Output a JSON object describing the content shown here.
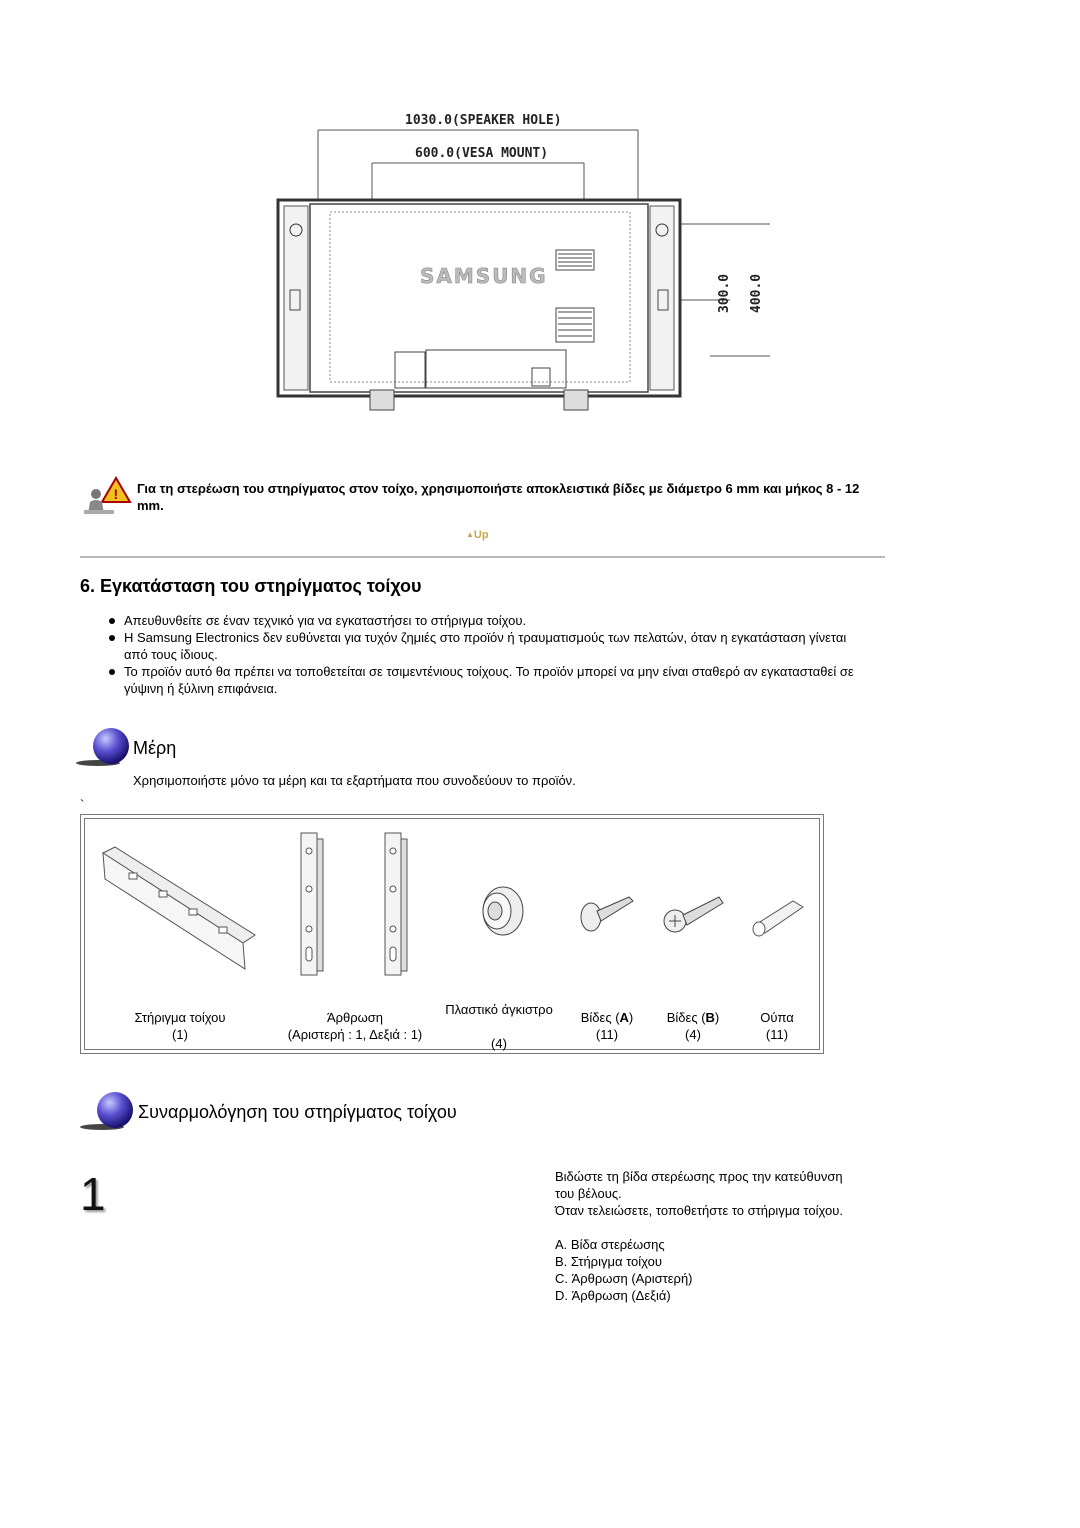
{
  "diagram": {
    "speaker_hole_label": "1030.0(SPEAKER HOLE)",
    "vesa_label": "600.0(VESA MOUNT)",
    "height_small": "300.0",
    "height_large": "400.0",
    "brand_text": "SAMSUNG"
  },
  "warning": {
    "icon": "warning-person-icon",
    "text": "Για τη στερέωση του στηρίγματος στον τοίχο, χρησιμοποιήστε αποκλειστικά βίδες με διάμετρο 6 mm και μήκος 8 - 12 mm."
  },
  "up_link": "Up",
  "section": {
    "title": "6. Εγκατάσταση του στηρίγματος τοίχου",
    "bullets": [
      "Απευθυνθείτε σε έναν τεχνικό για να εγκαταστήσει το στήριγμα τοίχου.",
      "Η Samsung Electronics δεν ευθύνεται για τυχόν ζημιές στο προϊόν ή τραυματισμούς των πελατών, όταν η εγκατάσταση γίνεται από τους ίδιους.",
      "Το προϊόν αυτό θα πρέπει να τοποθετείται σε τσιμεντένιους τοίχους. Το προϊόν μπορεί να μην είναι σταθερό αν εγκατασταθεί σε γύψινη ή ξύλινη επιφάνεια."
    ]
  },
  "parts": {
    "heading": "Μέρη",
    "intro": "Χρησιμοποιήστε μόνο τα μέρη και τα εξαρτήματα που συνοδεύουν το προϊόν.",
    "stray_mark": "`",
    "items": [
      {
        "name": "Στήριγμα τοίχου",
        "qty": "(1)"
      },
      {
        "name": "Άρθρωση",
        "qty": "(Αριστερή : 1, Δεξιά : 1)"
      },
      {
        "name": "Πλαστικό άγκιστρο",
        "qty": "(4)"
      },
      {
        "name_prefix": "Βίδες (",
        "name_bold": "A",
        "name_suffix": ")",
        "qty": "(11)"
      },
      {
        "name_prefix": "Βίδες (",
        "name_bold": "B",
        "name_suffix": ")",
        "qty": "(4)"
      },
      {
        "name": "Ούπα",
        "qty": "(11)"
      }
    ]
  },
  "assembly": {
    "heading": "Συναρμολόγηση του στηρίγματος τοίχου",
    "step_number": "1",
    "instructions": [
      "Βιδώστε τη βίδα στερέωσης προς την κατεύθυνση του βέλους.",
      "Όταν τελειώσετε, τοποθετήστε το στήριγμα τοίχου."
    ],
    "legend": [
      "A. Βίδα στερέωσης",
      "B. Στήριγμα τοίχου",
      "C. Άρθρωση (Αριστερή)",
      "D. Άρθρωση (Δεξιά)"
    ]
  }
}
